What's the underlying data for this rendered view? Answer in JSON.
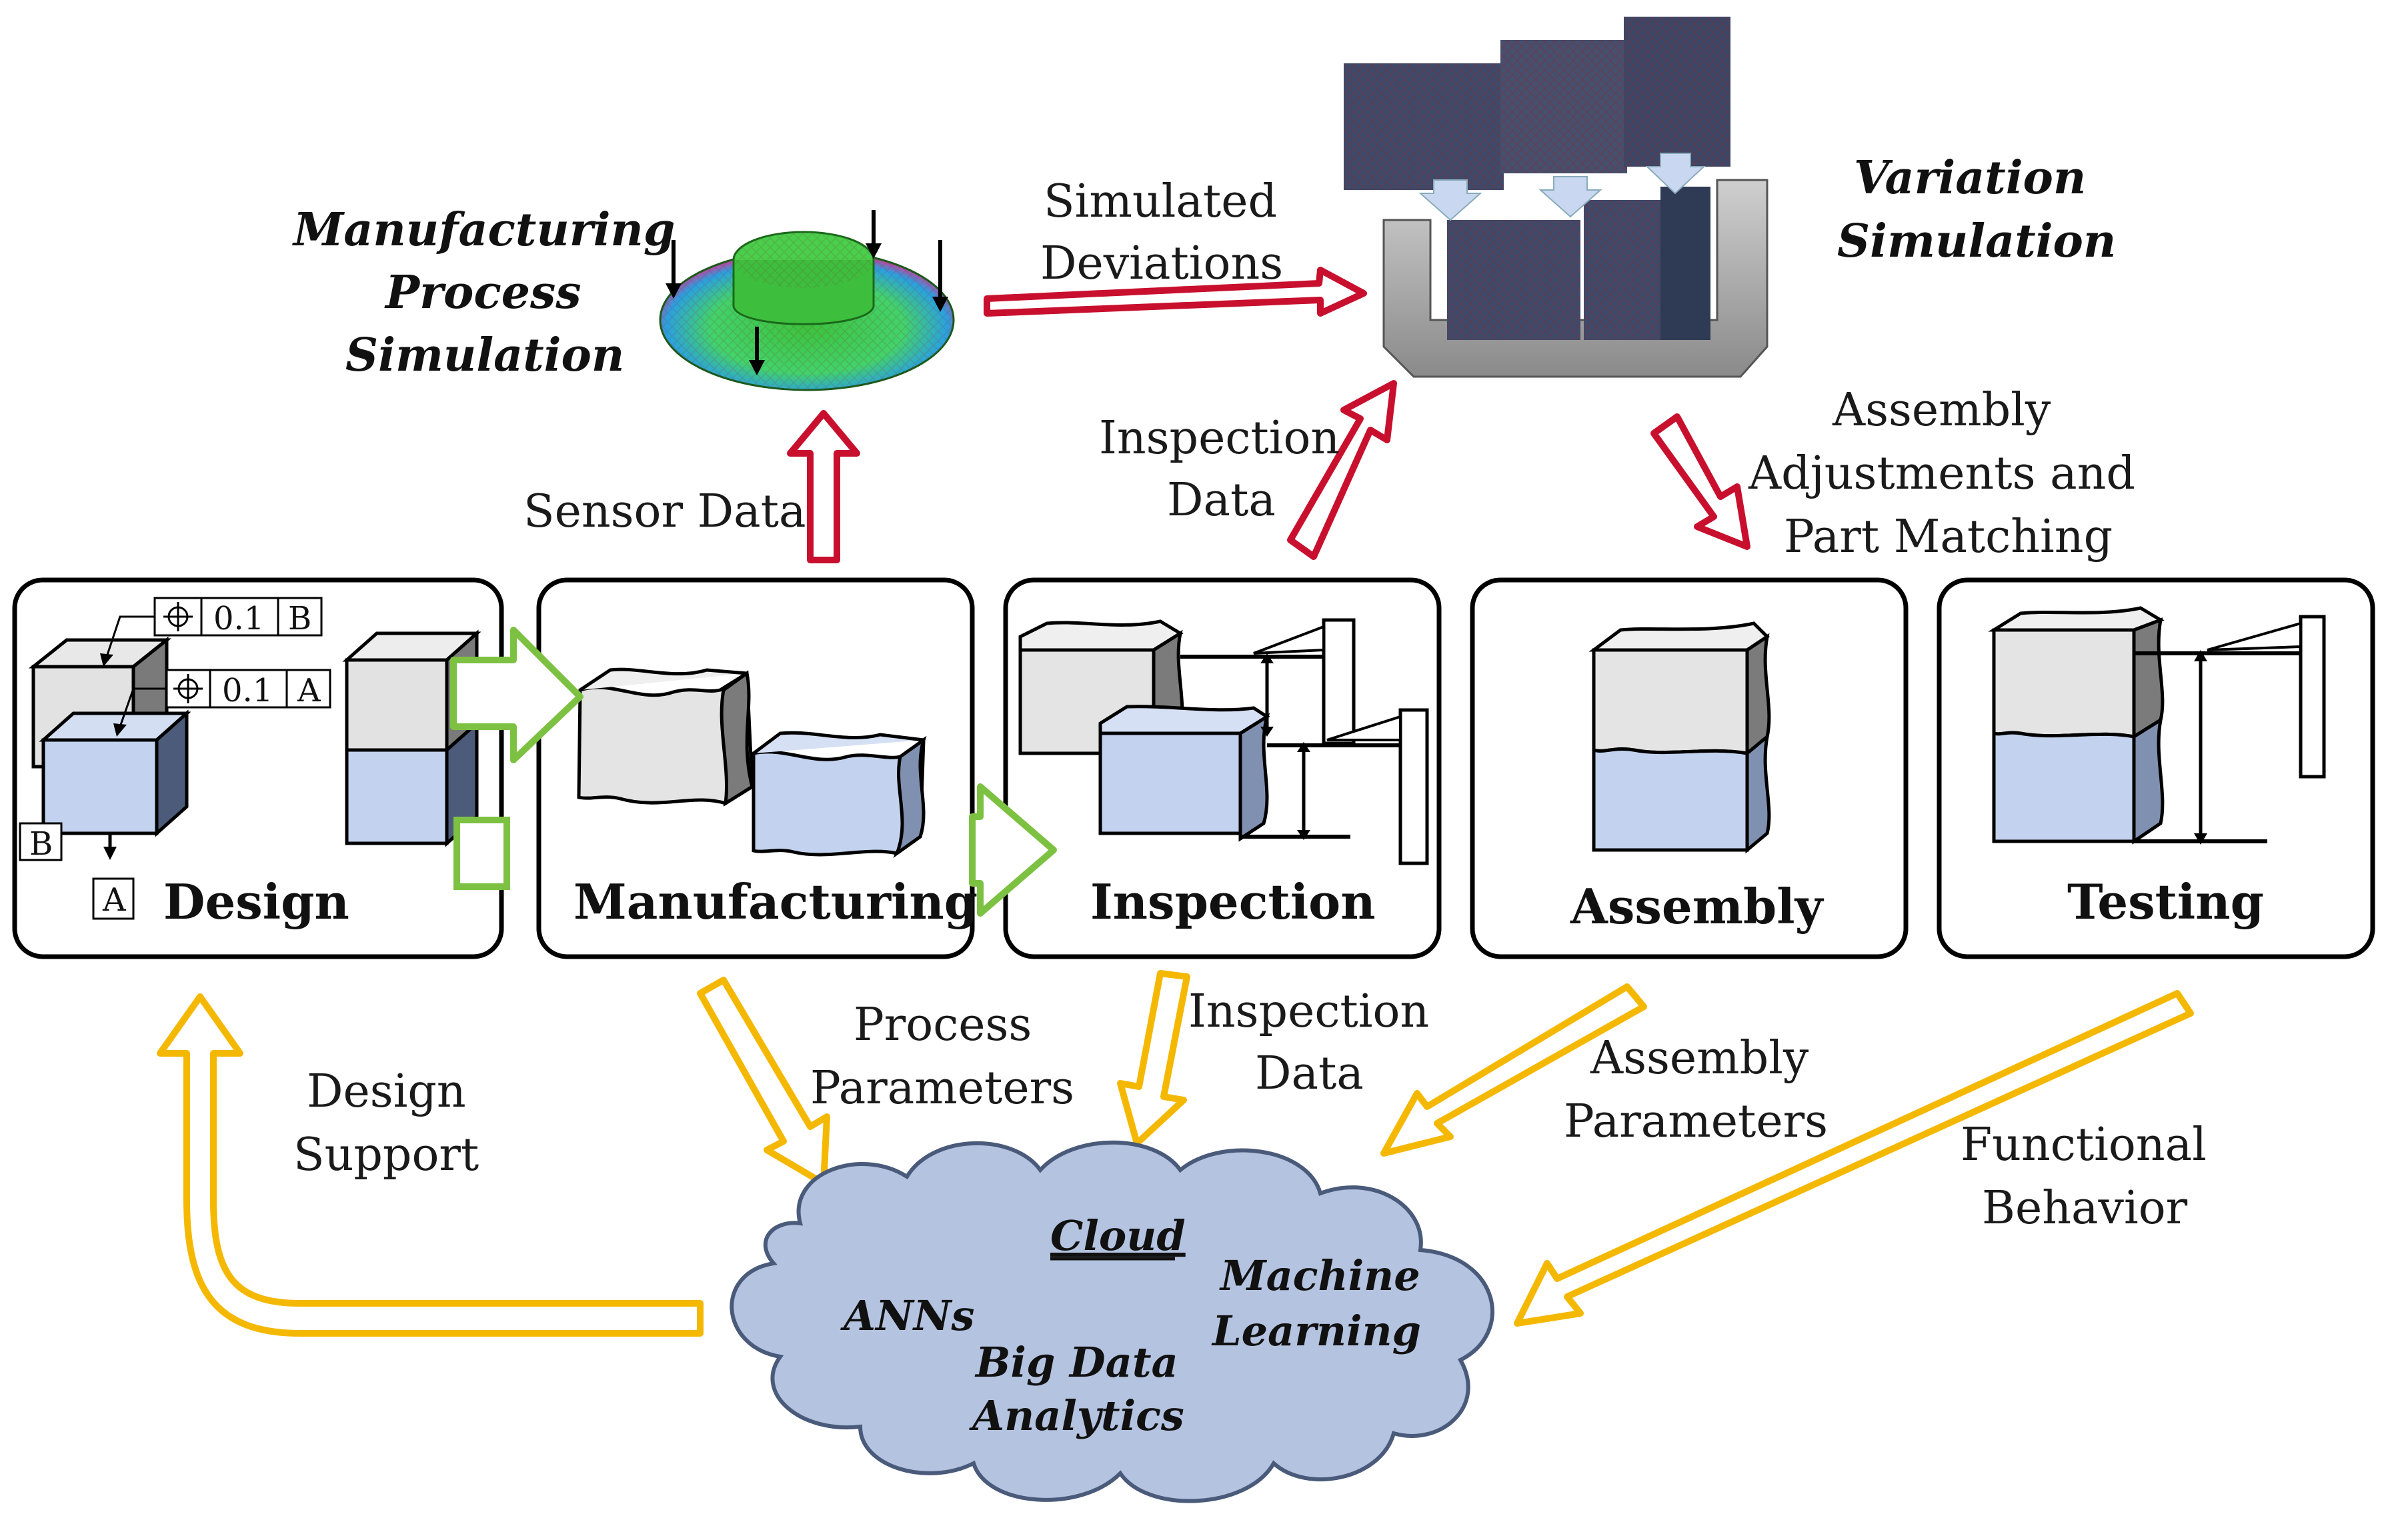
{
  "stages": {
    "design": "Design",
    "manufacturing": "Manufacturing",
    "inspection": "Inspection",
    "assembly": "Assembly",
    "testing": "Testing"
  },
  "simulations": {
    "manufacturing_process": [
      "Manufacturing",
      "Process",
      "Simulation"
    ],
    "variation": [
      "Variation",
      "Simulation"
    ]
  },
  "flows": {
    "simulated_deviations": [
      "Simulated",
      "Deviations"
    ],
    "sensor_data": "Sensor Data",
    "inspection_data_top": [
      "Inspection",
      "Data"
    ],
    "assembly_adjustments": [
      "Assembly",
      "Adjustments and",
      "Part Matching"
    ],
    "process_parameters": [
      "Process",
      "Parameters"
    ],
    "inspection_data_bottom": [
      "Inspection",
      "Data"
    ],
    "assembly_parameters": [
      "Assembly",
      "Parameters"
    ],
    "functional_behavior": [
      "Functional",
      "Behavior"
    ],
    "design_support": [
      "Design",
      "Support"
    ]
  },
  "cloud": {
    "title": "Cloud",
    "anns": "ANNs",
    "machine_learning": [
      "Machine",
      "Learning"
    ],
    "big_data": [
      "Big Data",
      "Analytics"
    ]
  },
  "gdt": {
    "tol1": "0.1",
    "datum1": "B",
    "tol2": "0.1",
    "datum2": "A",
    "datum_a": "A",
    "datum_b": "B"
  },
  "colors": {
    "red_arrow": "#c8102e",
    "yellow_arrow": "#f5b800",
    "green_arrow": "#7dc142",
    "cloud_fill": "#b4c3e0",
    "part_gray": "#e6e6e6",
    "part_blue": "#c3d2ee"
  }
}
